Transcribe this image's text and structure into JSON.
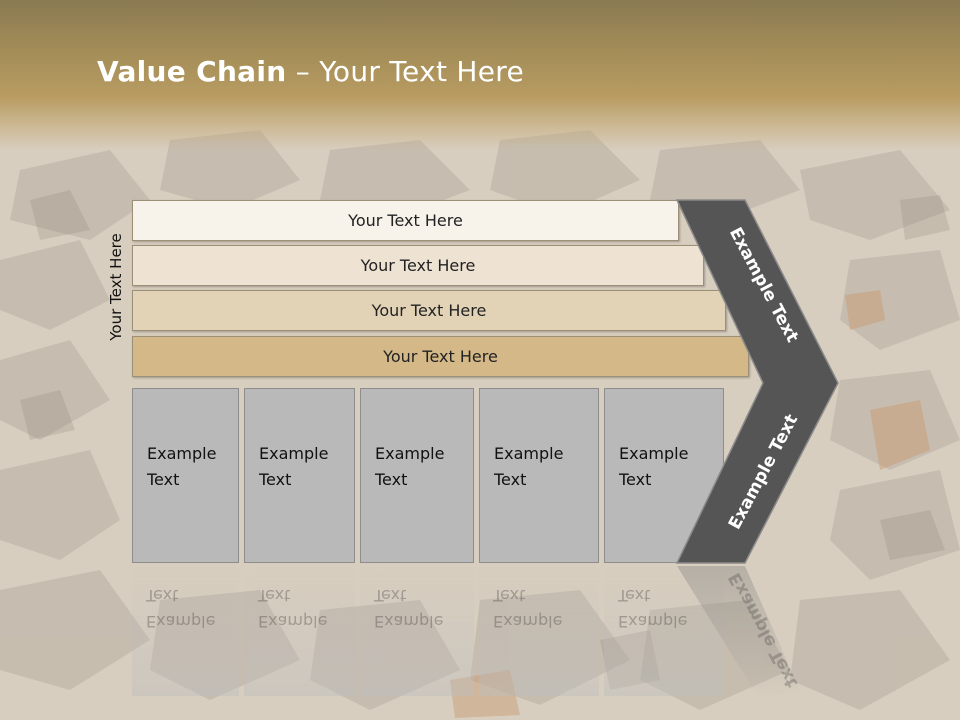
{
  "slide": {
    "title_bold": "Value Chain",
    "title_rest": " – Your Text Here",
    "vertical_label": "Your Text Here"
  },
  "bands": [
    {
      "label": "Your Text Here",
      "color": "#f7f2ea"
    },
    {
      "label": "Your Text Here",
      "color": "#eee3d2"
    },
    {
      "label": "Your Text Here",
      "color": "#e3d3b6"
    },
    {
      "label": "Your Text Here",
      "color": "#d4b888"
    }
  ],
  "boxes": [
    {
      "line1": "Example",
      "line2": "Text"
    },
    {
      "line1": "Example",
      "line2": "Text"
    },
    {
      "line1": "Example",
      "line2": "Text"
    },
    {
      "line1": "Example",
      "line2": "Text"
    },
    {
      "line1": "Example",
      "line2": "Text"
    }
  ],
  "chevron": {
    "upper_label": "Example Text",
    "lower_label": "Example Text",
    "color": "#555555"
  }
}
